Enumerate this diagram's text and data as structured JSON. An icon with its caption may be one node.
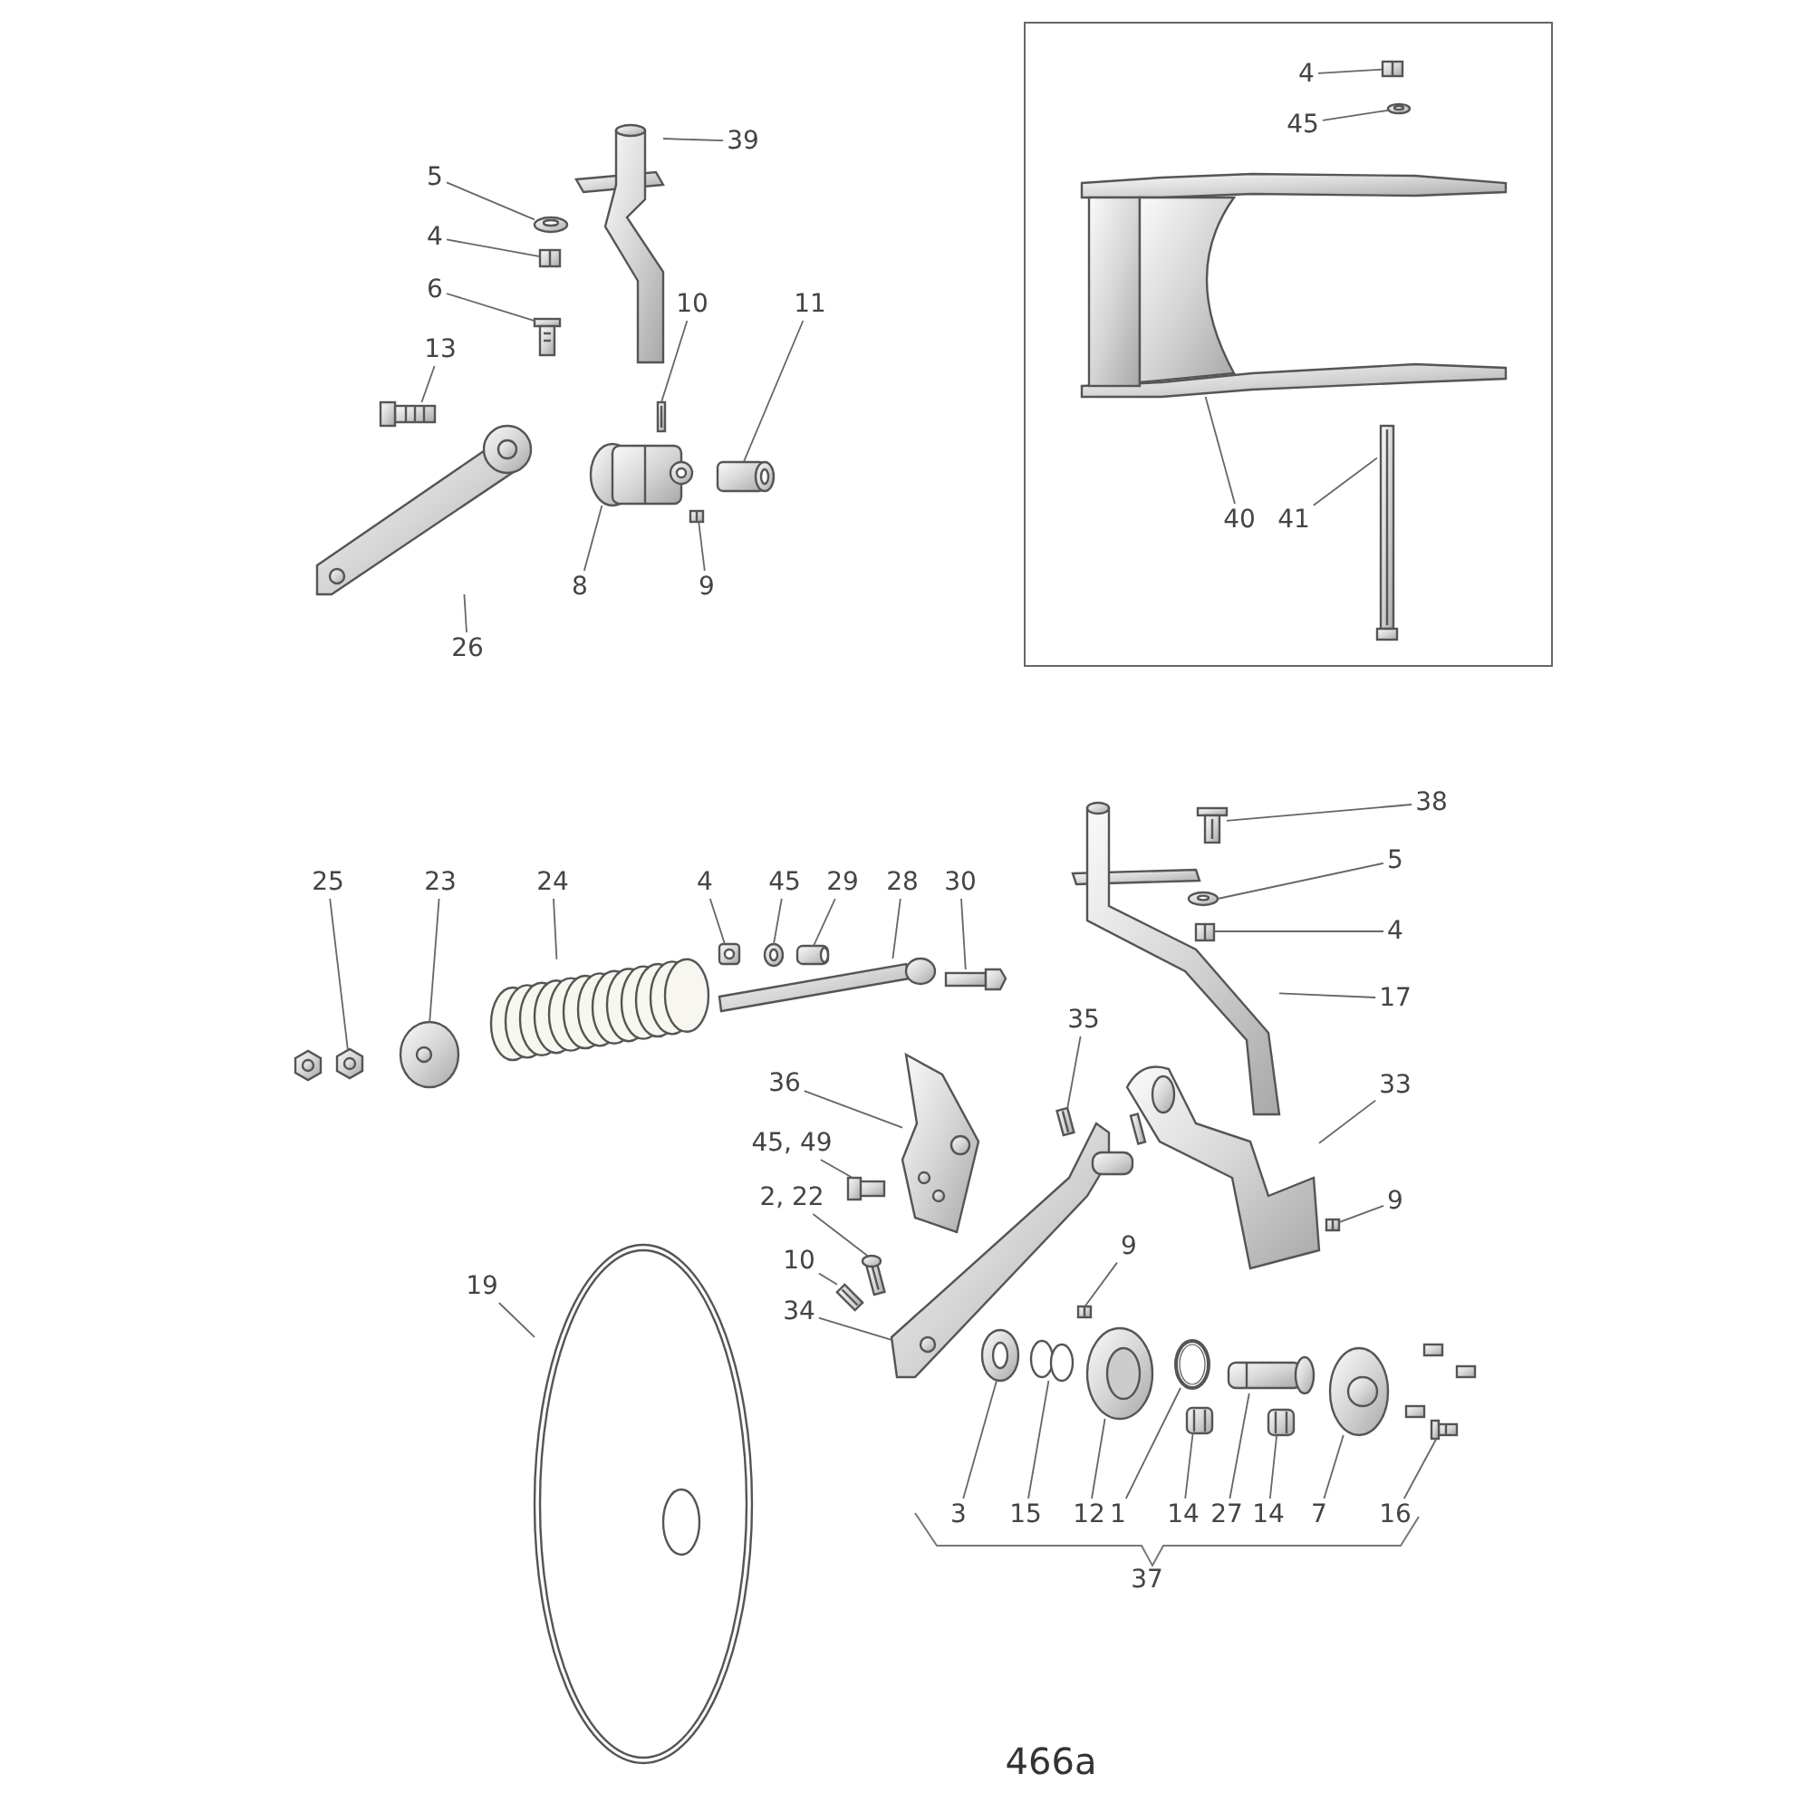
{
  "diagram": {
    "caption": "466a",
    "nodes": [
      {
        "text": [
          "39"
        ]
      },
      {
        "text": [
          "5"
        ]
      },
      {
        "text": [
          "4"
        ]
      },
      {
        "text": [
          "6"
        ]
      },
      {
        "text": [
          "10"
        ]
      },
      {
        "text": [
          "11"
        ]
      },
      {
        "text": [
          "13"
        ]
      },
      {
        "text": [
          "26"
        ]
      },
      {
        "text": [
          "8"
        ]
      },
      {
        "text": [
          "9"
        ]
      },
      {
        "text": [],
        "shape": "box"
      },
      {
        "text": [
          "4"
        ],
        "in": 10
      },
      {
        "text": [
          "45"
        ],
        "in": 10
      },
      {
        "text": [
          "40"
        ],
        "in": 10
      },
      {
        "text": [
          "41"
        ],
        "in": 10
      },
      {
        "text": [
          "25"
        ]
      },
      {
        "text": [
          "23"
        ]
      },
      {
        "text": [
          "24"
        ]
      },
      {
        "text": [
          "4"
        ]
      },
      {
        "text": [
          "45"
        ]
      },
      {
        "text": [
          "29"
        ]
      },
      {
        "text": [
          "28"
        ]
      },
      {
        "text": [
          "30"
        ]
      },
      {
        "text": [
          "38"
        ]
      },
      {
        "text": [
          "5"
        ]
      },
      {
        "text": [
          "4"
        ]
      },
      {
        "text": [
          "17"
        ]
      },
      {
        "text": [
          "35"
        ]
      },
      {
        "text": [
          "36"
        ]
      },
      {
        "text": [
          "33"
        ]
      },
      {
        "text": [
          "45, 49"
        ]
      },
      {
        "text": [
          "2, 22"
        ]
      },
      {
        "text": [
          "9"
        ]
      },
      {
        "text": [
          "10"
        ]
      },
      {
        "text": [
          "9"
        ]
      },
      {
        "text": [
          "19"
        ]
      },
      {
        "text": [
          "34"
        ]
      },
      {
        "text": [
          "3"
        ]
      },
      {
        "text": [
          "15"
        ]
      },
      {
        "text": [
          "12"
        ]
      },
      {
        "text": [
          "1"
        ]
      },
      {
        "text": [
          "14"
        ]
      },
      {
        "text": [
          "27"
        ]
      },
      {
        "text": [
          "14"
        ]
      },
      {
        "text": [
          "7"
        ]
      },
      {
        "text": [
          "16"
        ]
      },
      {
        "text": [],
        "shape": "picture"
      },
      {
        "text": [],
        "shape": "picture"
      },
      {
        "text": [],
        "shape": "picture"
      },
      {
        "text": [],
        "shape": "picture"
      },
      {
        "text": [],
        "shape": "picture"
      },
      {
        "text": [],
        "shape": "picture"
      },
      {
        "text": [],
        "shape": "picture"
      },
      {
        "text": [],
        "shape": "picture"
      },
      {
        "text": [],
        "shape": "picture"
      },
      {
        "text": [],
        "shape": "picture"
      },
      {
        "text": [],
        "shape": "picture",
        "in": 10
      },
      {
        "text": [],
        "shape": "picture",
        "in": 10
      },
      {
        "text": [],
        "shape": "picture",
        "in": 10
      },
      {
        "text": [],
        "shape": "picture",
        "in": 10
      },
      {
        "text": [],
        "shape": "picture"
      },
      {
        "text": [],
        "shape": "picture"
      },
      {
        "text": [],
        "shape": "picture"
      },
      {
        "text": [],
        "shape": "picture"
      },
      {
        "text": [],
        "shape": "picture"
      },
      {
        "text": [],
        "shape": "picture"
      },
      {
        "text": [],
        "shape": "picture"
      },
      {
        "text": [],
        "shape": "picture"
      },
      {
        "text": [],
        "shape": "picture"
      },
      {
        "text": [],
        "shape": "picture"
      },
      {
        "text": [],
        "shape": "picture"
      },
      {
        "text": [],
        "shape": "picture"
      },
      {
        "text": [],
        "shape": "picture"
      },
      {
        "text": [],
        "shape": "picture"
      },
      {
        "text": [],
        "shape": "picture"
      },
      {
        "text": [],
        "shape": "picture"
      },
      {
        "text": [],
        "shape": "picture"
      },
      {
        "text": [],
        "shape": "picture"
      },
      {
        "text": [],
        "shape": "picture"
      },
      {
        "text": [],
        "shape": "picture"
      },
      {
        "text": [],
        "shape": "picture"
      },
      {
        "text": [],
        "shape": "picture"
      },
      {
        "text": [],
        "shape": "picture"
      },
      {
        "text": [],
        "shape": "picture"
      },
      {
        "text": [],
        "shape": "picture"
      },
      {
        "text": [],
        "shape": "picture"
      },
      {
        "text": [],
        "shape": "picture"
      },
      {
        "text": [],
        "shape": "picture"
      },
      {
        "text": [],
        "shape": "picture"
      },
      {
        "text": [],
        "shape": "picture"
      },
      {
        "text": [],
        "shape": "picture"
      }
    ],
    "edges": [
      {
        "from": 0,
        "to": 46,
        "arrow": "none"
      },
      {
        "from": 1,
        "to": 47,
        "arrow": "none"
      },
      {
        "from": 2,
        "to": 48,
        "arrow": "none"
      },
      {
        "from": 3,
        "to": 49,
        "arrow": "none"
      },
      {
        "from": 4,
        "to": 50,
        "arrow": "none"
      },
      {
        "from": 5,
        "to": 51,
        "arrow": "none"
      },
      {
        "from": 6,
        "to": 52,
        "arrow": "none"
      },
      {
        "from": 7,
        "to": 53,
        "arrow": "none"
      },
      {
        "from": 8,
        "to": 54,
        "arrow": "none"
      },
      {
        "from": 9,
        "to": 55,
        "arrow": "none"
      },
      {
        "from": 11,
        "to": 56,
        "arrow": "none"
      },
      {
        "from": 12,
        "to": 57,
        "arrow": "none"
      },
      {
        "from": 13,
        "to": 58,
        "arrow": "none"
      },
      {
        "from": 14,
        "to": 59,
        "arrow": "none"
      },
      {
        "from": 15,
        "to": 60,
        "arrow": "none"
      },
      {
        "from": 16,
        "to": 61,
        "arrow": "none"
      },
      {
        "from": 17,
        "to": 62,
        "arrow": "none"
      },
      {
        "from": 18,
        "to": 63,
        "arrow": "none"
      },
      {
        "from": 19,
        "to": 64,
        "arrow": "none"
      },
      {
        "from": 20,
        "to": 65,
        "arrow": "none"
      },
      {
        "from": 21,
        "to": 66,
        "arrow": "none"
      },
      {
        "from": 22,
        "to": 67,
        "arrow": "none"
      },
      {
        "from": 23,
        "to": 68,
        "arrow": "none"
      },
      {
        "from": 24,
        "to": 69,
        "arrow": "none"
      },
      {
        "from": 25,
        "to": 70,
        "arrow": "none"
      },
      {
        "from": 26,
        "to": 71,
        "arrow": "none"
      },
      {
        "from": 27,
        "to": 72,
        "arrow": "none"
      },
      {
        "from": 28,
        "to": 73,
        "arrow": "none"
      },
      {
        "from": 29,
        "to": 74,
        "arrow": "none"
      },
      {
        "from": 30,
        "to": 75,
        "arrow": "none"
      },
      {
        "from": 31,
        "to": 76,
        "arrow": "none"
      },
      {
        "from": 32,
        "to": 77,
        "arrow": "none"
      },
      {
        "from": 33,
        "to": 78,
        "arrow": "none"
      },
      {
        "from": 34,
        "to": 79,
        "arrow": "none"
      },
      {
        "from": 35,
        "to": 80,
        "arrow": "none"
      },
      {
        "from": 36,
        "to": 81,
        "arrow": "none"
      },
      {
        "from": 37,
        "to": 82,
        "arrow": "none"
      },
      {
        "from": 38,
        "to": 83,
        "arrow": "none"
      },
      {
        "from": 39,
        "to": 84,
        "arrow": "none"
      },
      {
        "from": 40,
        "to": 85,
        "arrow": "none"
      },
      {
        "from": 41,
        "to": 86,
        "arrow": "none"
      },
      {
        "from": 42,
        "to": 87,
        "arrow": "none"
      },
      {
        "from": 43,
        "to": 88,
        "arrow": "none"
      },
      {
        "from": 44,
        "to": 89,
        "arrow": "none"
      },
      {
        "from": 45,
        "to": 90,
        "arrow": "none"
      }
    ],
    "labels": [
      "37"
    ]
  }
}
